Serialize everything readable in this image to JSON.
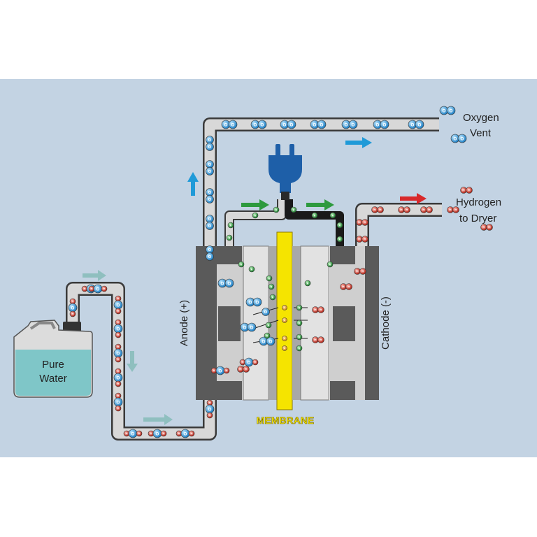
{
  "labels": {
    "pure_water_line1": "Pure",
    "pure_water_line2": "Water",
    "anode": "Anode (+)",
    "cathode": "Cathode (-)",
    "membrane": "MEMBRANE",
    "oxygen_line1": "Oxygen",
    "oxygen_line2": "Vent",
    "hydrogen_line1": "Hydrogen",
    "hydrogen_line2": "to Dryer"
  },
  "particle_symbols": {
    "water_oxygen": "O",
    "hydrogen": "H",
    "electron": "e",
    "proton": "+"
  },
  "colors": {
    "background_panel": "#c3d3e3",
    "pipe": "#d8d8d8",
    "oxygen": "#2d8fd0",
    "hydrogen": "#c8382a",
    "electron": "#2e9a3e",
    "membrane": "#f5e400",
    "water": "#7fc6c8",
    "flow_oxygen_arrow": "#1f9ad8",
    "flow_hydrogen_arrow": "#d8282a",
    "flow_electron_arrow": "#2e9a3e",
    "flow_water_arrow": "#8fbfbf",
    "plug": "#1e5fa8"
  }
}
